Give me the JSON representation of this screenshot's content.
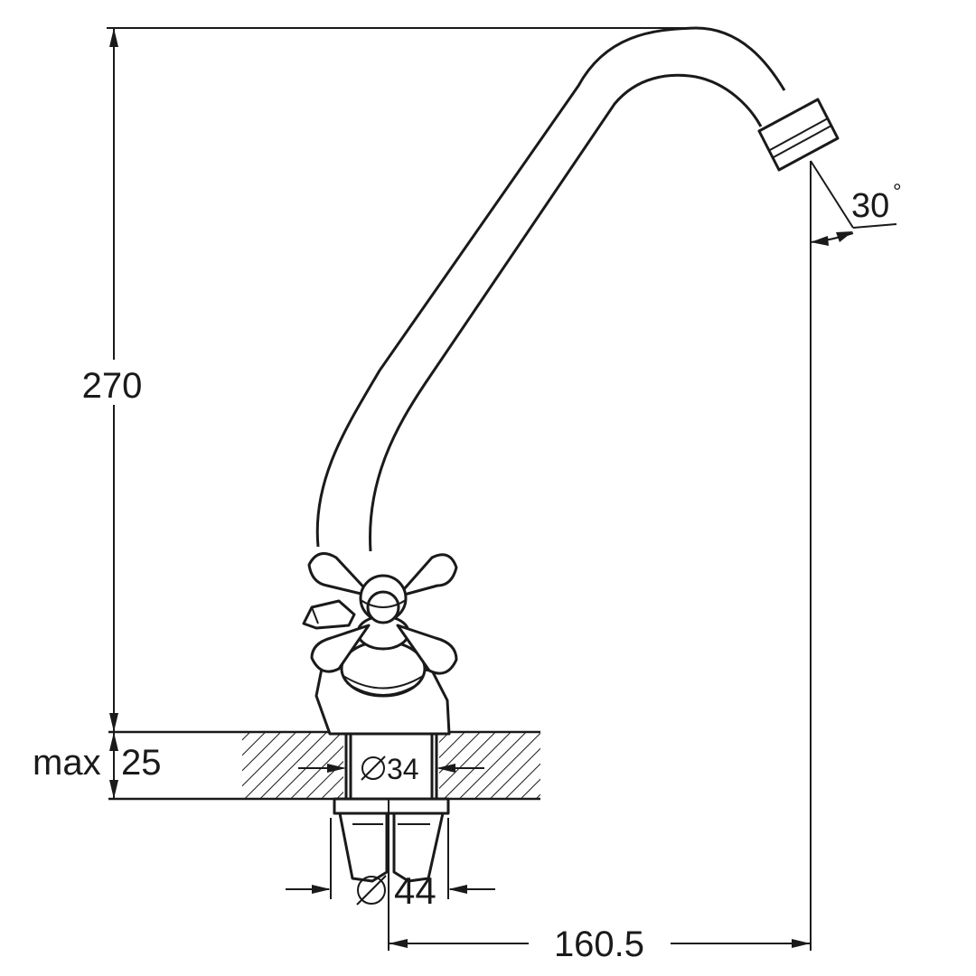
{
  "dimensions": {
    "height": "270",
    "max_label": "max",
    "thickness": "25",
    "hole_diameter": "34",
    "base_diameter": "44",
    "reach": "160.5",
    "spout_angle": "30",
    "degree_symbol": "°"
  },
  "colors": {
    "line": "#1a1a1a",
    "background": "#ffffff"
  },
  "icons": {
    "diameter": "diameter-icon"
  }
}
